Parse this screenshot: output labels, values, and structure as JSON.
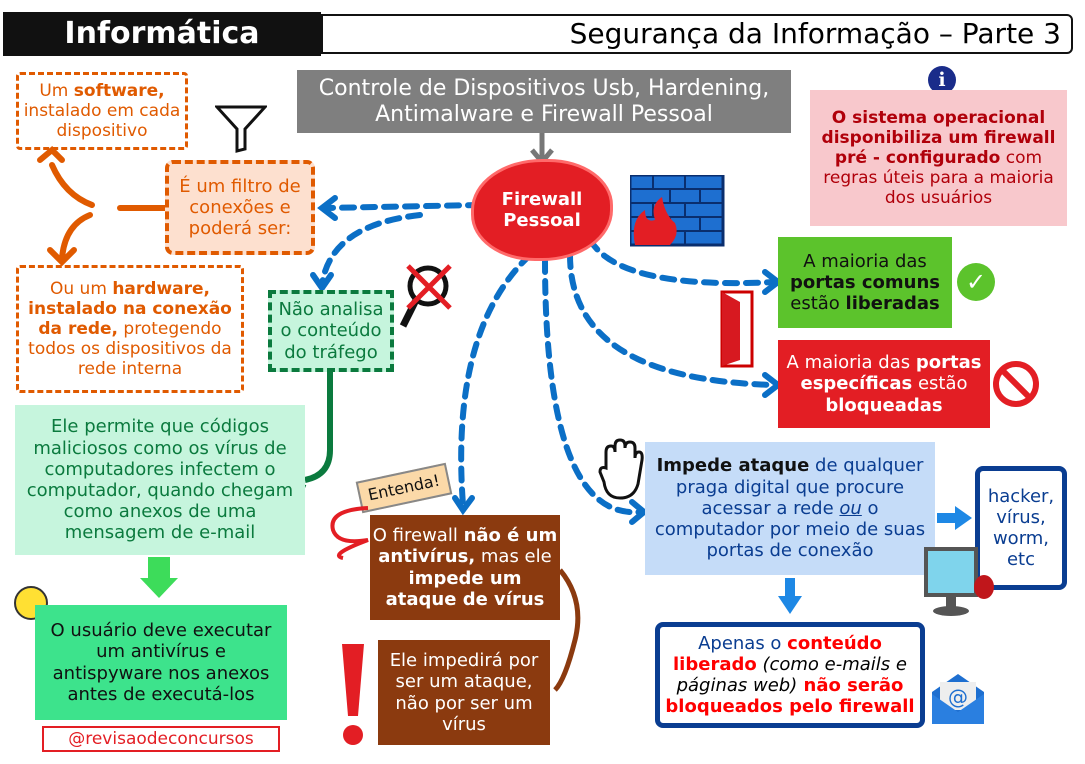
{
  "header": {
    "subject": "Informática",
    "topic": "Segurança da Informação – Parte 3"
  },
  "central_title": {
    "line1": "Controle de Dispositivos Usb, Hardening,",
    "line2": "Antimalware e Firewall Pessoal"
  },
  "firewall_node": {
    "line1": "Firewall",
    "line2": "Pessoal"
  },
  "info_box": {
    "p1": "O sistema operacional disponibiliza um firewall pré - configurado",
    "p2": " com regras úteis para a maioria dos usuários"
  },
  "filter_box": {
    "text": "É um filtro de conexões e poderá ser:"
  },
  "software_box": {
    "p1": "Um ",
    "p2": "software,",
    "p3": " instalado em cada dispositivo"
  },
  "hardware_box": {
    "p1": "Ou um ",
    "p2": "hardware, instalado na conexão da rede,",
    "p3": " protegendo todos os dispositivos da rede interna"
  },
  "no_analysis_box": {
    "text": "Não analisa o conteúdo do tráfego"
  },
  "attachment_box": {
    "text": "Ele permite que códigos maliciosos como os vírus de computadores infectem o computador, quando chegam como anexos de uma mensagem de e-mail"
  },
  "user_box": {
    "text": "O usuário deve executar um antivírus e antispyware nos anexos antes de executá-los"
  },
  "handle": "@revisaodeconcursos",
  "tag": "Entenda!",
  "not_antivirus_box": {
    "p1": "O firewall ",
    "p2": "não é um antivírus,",
    "p3": " mas ele ",
    "p4": "impede um ataque de vírus"
  },
  "attack_box": {
    "text": "Ele impedirá por ser um ataque, não por ser um vírus"
  },
  "common_ports_box": {
    "p1": "A maioria das ",
    "p2": "portas comuns",
    "p3": " estão ",
    "p4": "liberadas"
  },
  "specific_ports_box": {
    "p1": "A maioria das ",
    "p2": "portas específicas",
    "p3": " estão ",
    "p4": "bloqueadas"
  },
  "prevents_box": {
    "p1": "Impede ataque",
    "p2": " de qualquer praga digital que procure acessar a rede ",
    "p3": "ou",
    "p4": " o computador por meio de suas portas de conexão"
  },
  "threats_box": {
    "text": "hacker, vírus, worm, etc"
  },
  "content_box": {
    "p1": "Apenas o ",
    "p2": "conteúdo liberado",
    "p3": " (como e-mails e páginas web)",
    "p4": " não serão bloqueados pelo firewall"
  },
  "colors": {
    "orange": "#e05a00",
    "green": "#0b7a3e",
    "blue": "#0a3d91",
    "red": "#e31e24",
    "brown": "#8b3a0f",
    "dotted": "#0b6fc6"
  }
}
